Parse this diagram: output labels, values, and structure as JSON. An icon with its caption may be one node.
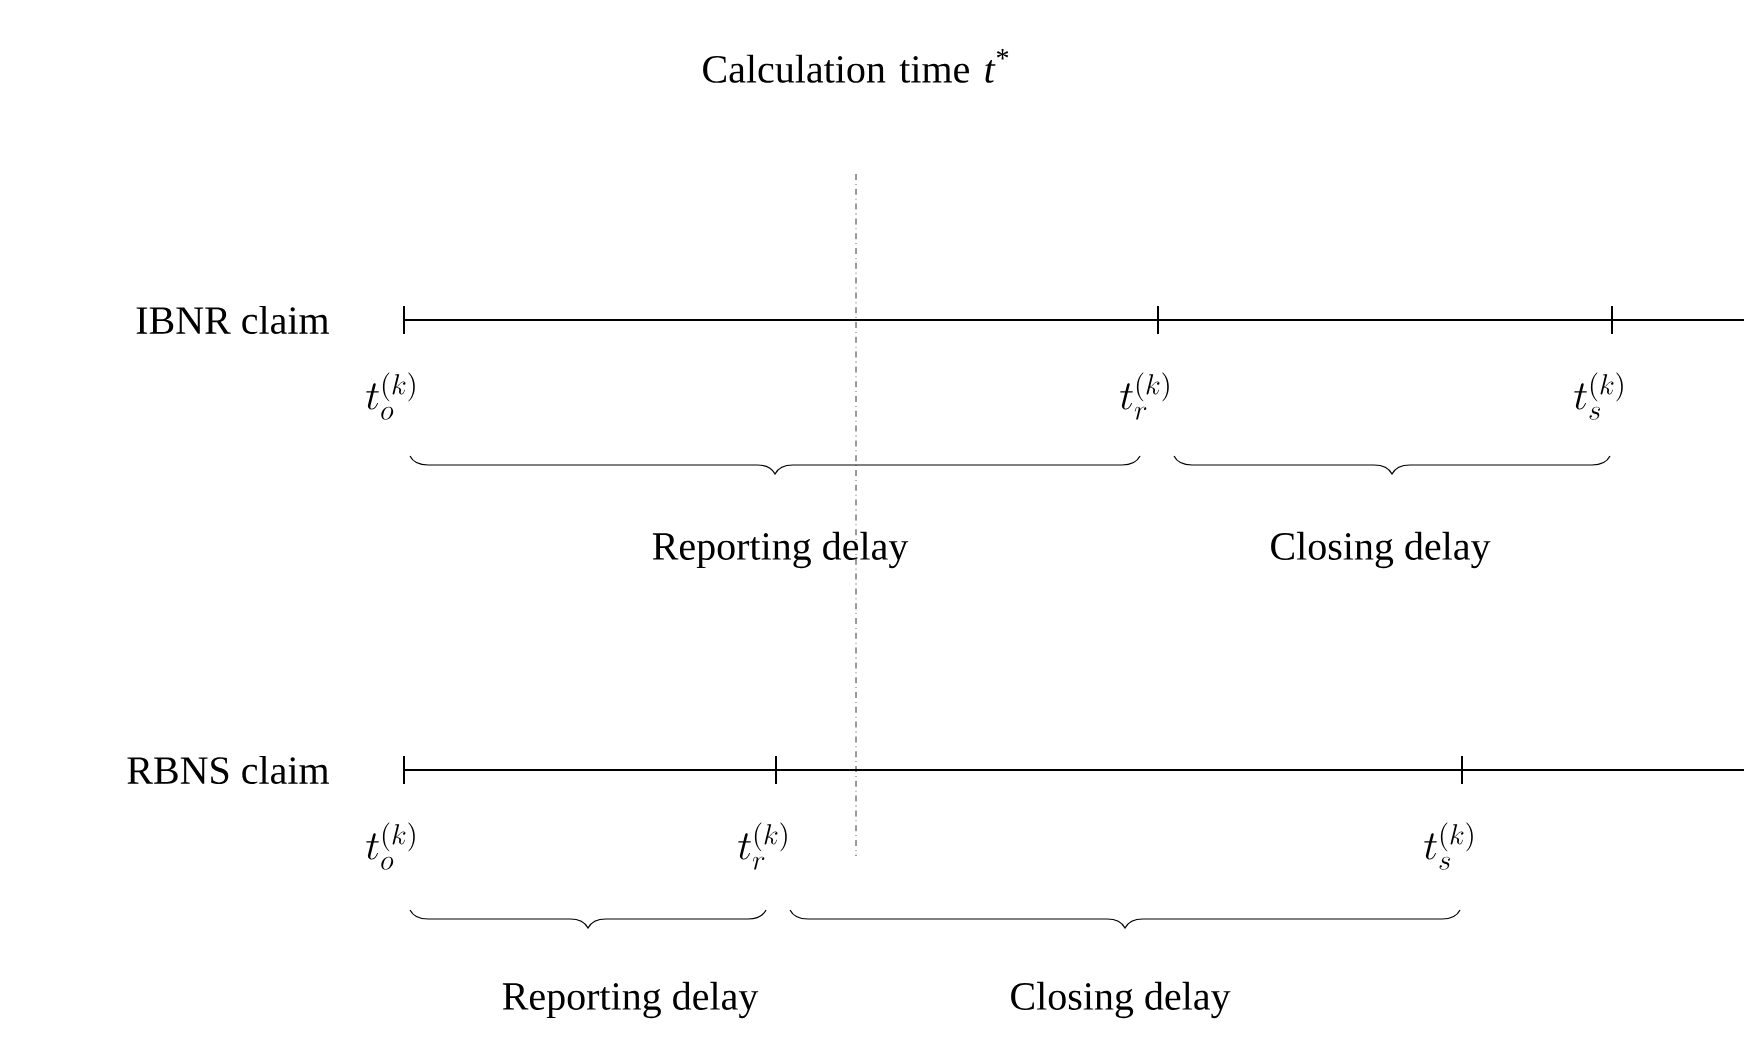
{
  "diagram": {
    "labels": [
      "Calculation time *t*$^{*}$",
      "IBNR claim",
      "t_o^{(k)}",
      "t_r^{(k)}",
      "t_s^{(k)}",
      "Reporting delay",
      "Closing delay",
      "RBNS claim",
      "t_o^{(k)}",
      "t_r^{(k)}",
      "t_s^{(k)}",
      "Reporting delay",
      "Closing delay"
    ]
  }
}
